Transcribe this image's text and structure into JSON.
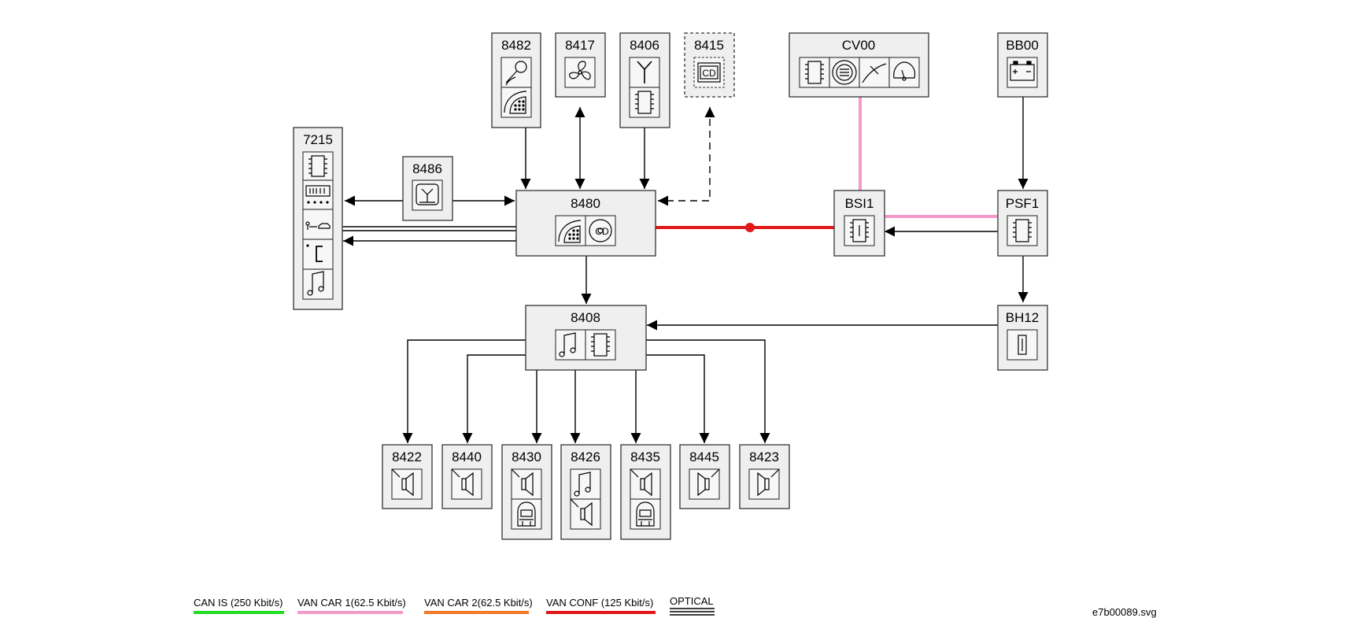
{
  "nodes": {
    "n7215": "7215",
    "n8486": "8486",
    "n8482": "8482",
    "n8417": "8417",
    "n8406": "8406",
    "n8415": "8415",
    "n8480": "8480",
    "ncv00": "CV00",
    "nbb00": "BB00",
    "nbsi1": "BSI1",
    "npsf1": "PSF1",
    "n8408": "8408",
    "nbh12": "BH12",
    "n8422": "8422",
    "n8440": "8440",
    "n8430": "8430",
    "n8426": "8426",
    "n8435": "8435",
    "n8445": "8445",
    "n8423": "8423"
  },
  "legend": {
    "can_is": "CAN IS (250 Kbit/s)",
    "van_car1": "VAN CAR 1(62.5 Kbit/s)",
    "van_car2": "VAN CAR 2(62.5 Kbit/s)",
    "van_conf": "VAN CONF (125 Kbit/s)",
    "optical": "OPTICAL"
  },
  "colors": {
    "can_is": "#22dd22",
    "van_car1": "#f49ac8",
    "van_car2": "#f07a28",
    "van_conf": "#e01818"
  },
  "file_ref": "e7b00089.svg"
}
